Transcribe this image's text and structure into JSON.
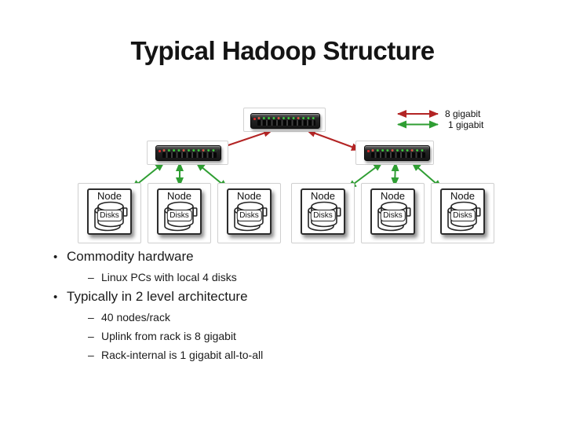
{
  "slide": {
    "title": "Typical Hadoop Structure"
  },
  "legend": {
    "items": [
      {
        "label": "8 gigabit",
        "color": "#b32424"
      },
      {
        "label": "1 gigabit",
        "color": "#2f9e33"
      }
    ]
  },
  "diagram": {
    "link_colors": {
      "uplink": "#b32424",
      "rack": "#2f9e33"
    },
    "nodes": [
      {
        "label": "Node",
        "disks": "Disks"
      },
      {
        "label": "Node",
        "disks": "Disks"
      },
      {
        "label": "Node",
        "disks": "Disks"
      },
      {
        "label": "Node",
        "disks": "Disks"
      },
      {
        "label": "Node",
        "disks": "Disks"
      },
      {
        "label": "Node",
        "disks": "Disks"
      }
    ]
  },
  "bullets": {
    "bullet_char": "•",
    "dash_char": "–",
    "items": [
      {
        "level": 1,
        "text": "Commodity hardware"
      },
      {
        "level": 2,
        "text": "Linux PCs with local 4 disks"
      },
      {
        "level": 1,
        "text": "Typically in 2 level architecture"
      },
      {
        "level": 2,
        "text": "40 nodes/rack"
      },
      {
        "level": 2,
        "text": "Uplink from rack is 8 gigabit"
      },
      {
        "level": 2,
        "text": "Rack-internal is 1 gigabit all-to-all"
      }
    ]
  }
}
